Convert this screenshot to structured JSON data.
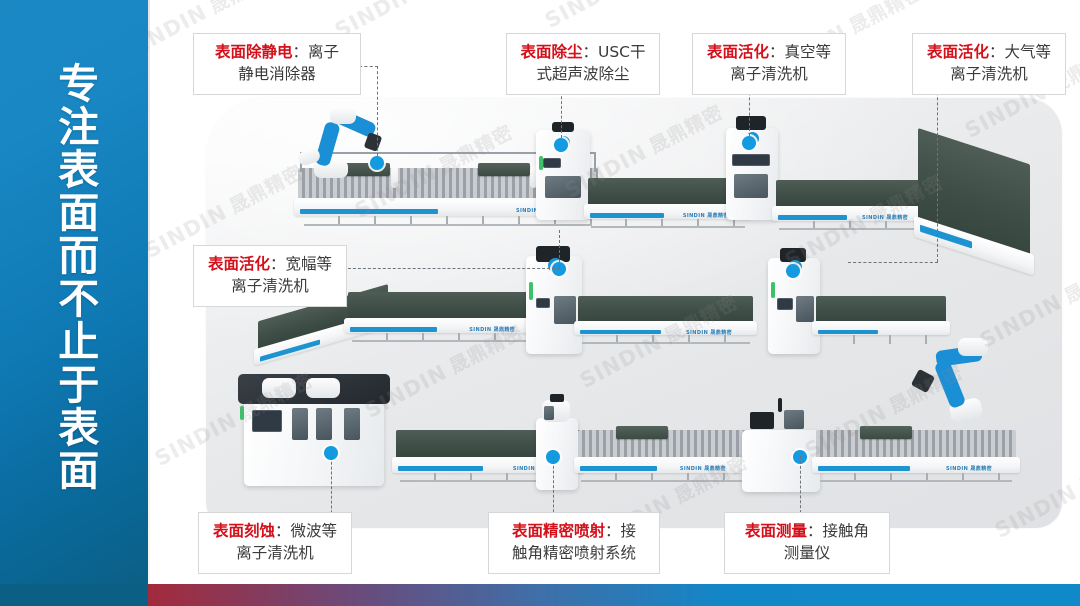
{
  "sidebar": {
    "slogan": "专注表面而不止于表面",
    "background_top_color": "#1b88c4",
    "background_bottom_color": "#0b5f85"
  },
  "brand": {
    "name_en": "SINDIN",
    "name_cn": "晟鼎精密",
    "watermark_text": "SINDIN 晟鼎精密",
    "machine_logo": "SINDIN 晟鼎精密",
    "accent_color": "#1d93d2",
    "highlight_color": "#d4101a"
  },
  "bottom_bar": {
    "gradient_start": "#a32a3c",
    "gradient_end": "#1089c9"
  },
  "callouts": [
    {
      "id": "anti-static",
      "key": "表面除静电",
      "sep": "：",
      "value_line1": "离子",
      "value_line2": "静电消除器",
      "full": "表面除静电：离子静电消除器"
    },
    {
      "id": "dedust",
      "key": "表面除尘",
      "sep": "：",
      "value_line1": "USC干",
      "value_line2": "式超声波除尘",
      "full": "表面除尘：USC干式超声波除尘"
    },
    {
      "id": "activation-vacuum",
      "key": "表面活化",
      "sep": "：",
      "value_line1": "真空等",
      "value_line2": "离子清洗机",
      "full": "表面活化：真空等离子清洗机"
    },
    {
      "id": "activation-atmospheric",
      "key": "表面活化",
      "sep": "：",
      "value_line1": "大气等",
      "value_line2": "离子清洗机",
      "full": "表面活化：大气等离子清洗机"
    },
    {
      "id": "activation-wide",
      "key": "表面活化",
      "sep": "：",
      "value_line1": "宽幅等",
      "value_line2": "离子清洗机",
      "full": "表面活化：宽幅等离子清洗机"
    },
    {
      "id": "etching",
      "key": "表面刻蚀",
      "sep": "：",
      "value_line1": "微波等",
      "value_line2": "离子清洗机",
      "full": "表面刻蚀：微波等离子清洗机"
    },
    {
      "id": "precision-spray",
      "key": "表面精密喷射",
      "sep": "：",
      "value_line1": "接",
      "value_line2": "触角精密喷射系统",
      "full": "表面精密喷射：接触角精密喷射系统"
    },
    {
      "id": "measurement",
      "key": "表面测量",
      "sep": "：",
      "value_line1": "接触角",
      "value_line2": "测量仪",
      "full": "表面测量：接触角测量仪"
    }
  ]
}
